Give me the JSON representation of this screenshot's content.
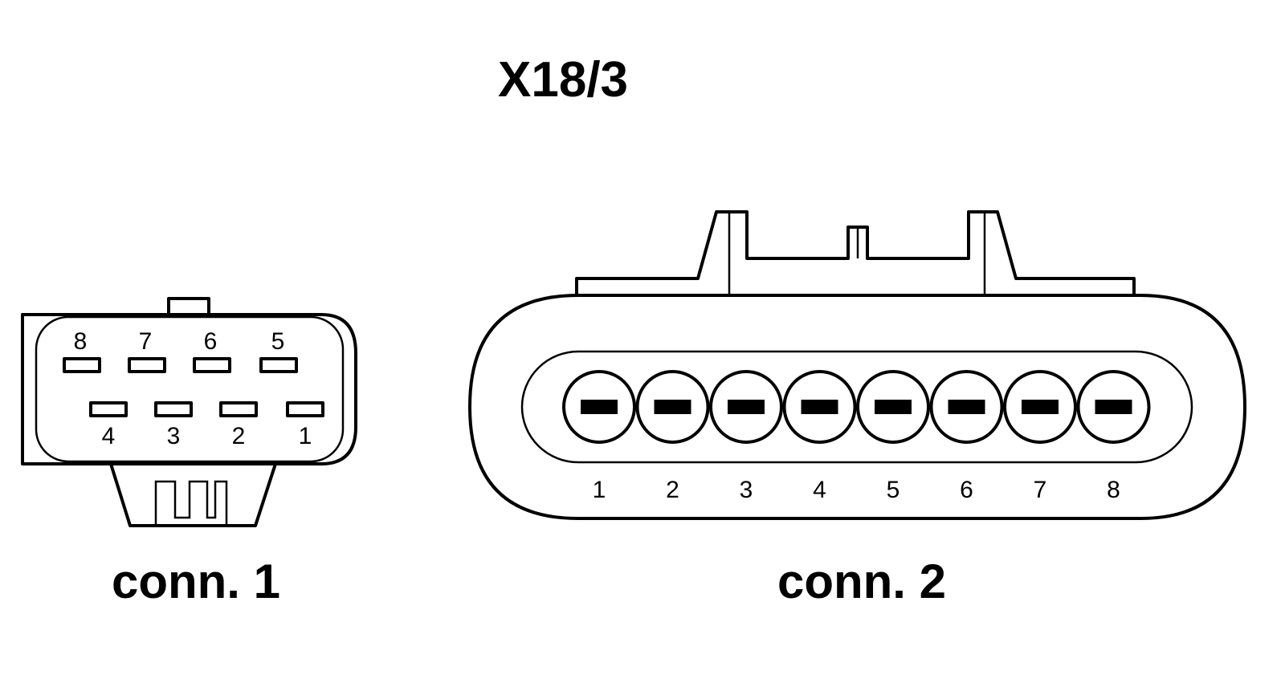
{
  "title": "X18/3",
  "connectors": [
    {
      "caption": "conn. 1",
      "top_row": [
        "8",
        "7",
        "6",
        "5"
      ],
      "bottom_row": [
        "4",
        "3",
        "2",
        "1"
      ]
    },
    {
      "caption": "conn. 2",
      "pins": [
        "1",
        "2",
        "3",
        "4",
        "5",
        "6",
        "7",
        "8"
      ]
    }
  ],
  "colors": {
    "line": "#000000",
    "background": "#ffffff"
  }
}
